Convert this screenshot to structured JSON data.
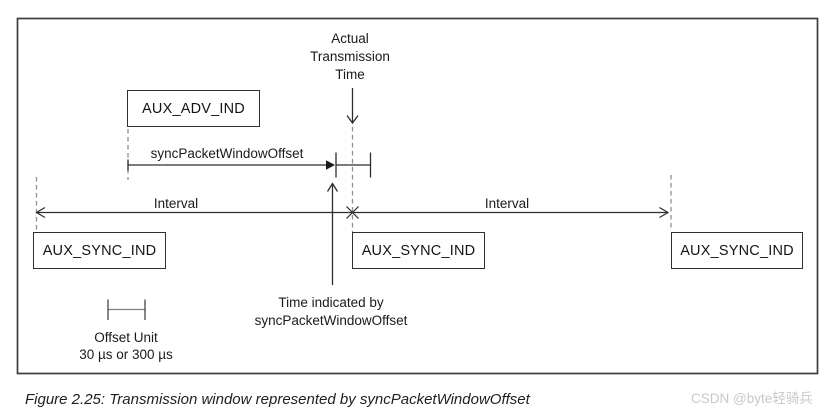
{
  "colors": {
    "background": "#ffffff",
    "solid_line": "#2d2d2d",
    "dashed_line": "#8f8f8f",
    "outer_border": "#3d3d3d",
    "text": "#1a1a1a",
    "watermark": "#c9c9c9"
  },
  "diagram": {
    "actual_transmission_label": {
      "line1": "Actual",
      "line2": "Transmission",
      "line3": "Time"
    },
    "sync_packet_window_offset_label": "syncPacketWindowOffset",
    "interval_left_label": "Interval",
    "interval_right_label": "Interval",
    "aux_adv_ind_box": "AUX_ADV_IND",
    "aux_sync_ind_box_1": "AUX_SYNC_IND",
    "aux_sync_ind_box_2": "AUX_SYNC_IND",
    "aux_sync_ind_box_3": "AUX_SYNC_IND",
    "time_indicated_label": {
      "line1": "Time indicated by",
      "line2": "syncPacketWindowOffset"
    },
    "offset_unit_label": {
      "line1": "Offset Unit",
      "line2": "30 µs or 300 µs"
    }
  },
  "caption": "Figure 2.25: Transmission window represented by syncPacketWindowOffset",
  "watermark": "CSDN @byte轻骑兵"
}
